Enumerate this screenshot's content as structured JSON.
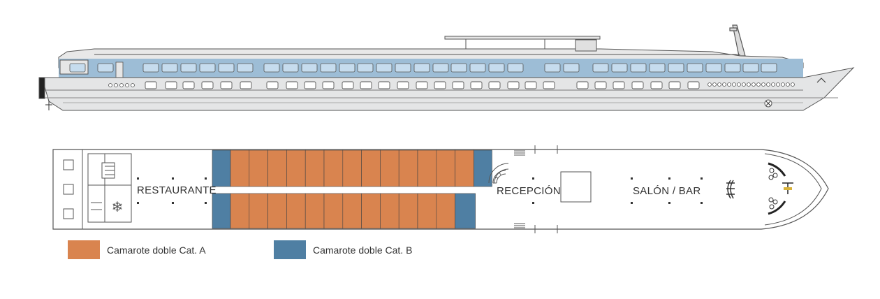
{
  "labels": {
    "restaurant": "RESTAURANTE",
    "reception": "RECEPCIÓN",
    "lounge": "SALÓN / BAR"
  },
  "legend": [
    {
      "label": "Camarote doble Cat. A",
      "color": "#d9844f"
    },
    {
      "label": "Camarote doble Cat. B",
      "color": "#4f7fa3"
    }
  ],
  "colors": {
    "cabin_a": "#d9844f",
    "cabin_b": "#4f7fa3",
    "hull": "#e4e5e6",
    "window_band": "#9dbdd6",
    "window_fill": "#c6dcee",
    "outline": "#555555"
  },
  "deck": {
    "upper_row_cabins": {
      "cat_a": 13,
      "cat_b": 2
    },
    "lower_row_cabins": {
      "cat_a": 12,
      "cat_b": 2
    }
  }
}
